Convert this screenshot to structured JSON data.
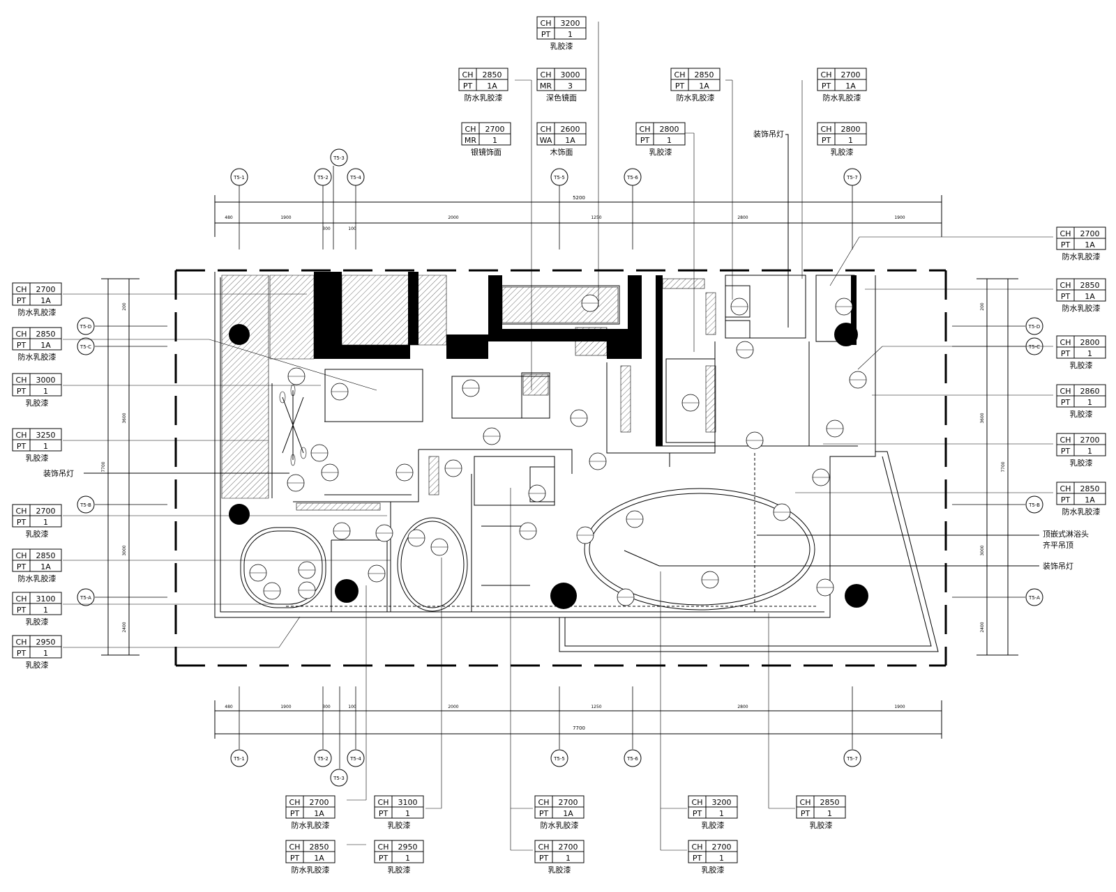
{
  "callouts": [
    {
      "id": "c01",
      "r1": [
        "CH",
        "3200"
      ],
      "r2": [
        "PT",
        "1"
      ],
      "note": "乳胶漆"
    },
    {
      "id": "c02",
      "r1": [
        "CH",
        "2850"
      ],
      "r2": [
        "PT",
        "1A"
      ],
      "note": "防水乳胶漆"
    },
    {
      "id": "c03",
      "r1": [
        "CH",
        "3000"
      ],
      "r2": [
        "MR",
        "3"
      ],
      "note": "深色镜面"
    },
    {
      "id": "c04",
      "r1": [
        "CH",
        "2850"
      ],
      "r2": [
        "PT",
        "1A"
      ],
      "note": "防水乳胶漆"
    },
    {
      "id": "c05",
      "r1": [
        "CH",
        "2700"
      ],
      "r2": [
        "PT",
        "1A"
      ],
      "note": "防水乳胶漆"
    },
    {
      "id": "c06",
      "r1": [
        "CH",
        "2700"
      ],
      "r2": [
        "MR",
        "1"
      ],
      "note": "银镜饰面"
    },
    {
      "id": "c07",
      "r1": [
        "CH",
        "2600"
      ],
      "r2": [
        "WA",
        "1A"
      ],
      "note": "木饰面"
    },
    {
      "id": "c08",
      "r1": [
        "CH",
        "2800"
      ],
      "r2": [
        "PT",
        "1"
      ],
      "note": "乳胶漆"
    },
    {
      "id": "c09",
      "r1": [
        "CH",
        "2800"
      ],
      "r2": [
        "PT",
        "1"
      ],
      "note": "乳胶漆"
    },
    {
      "id": "c10",
      "r1": [
        "CH",
        "2700"
      ],
      "r2": [
        "PT",
        "1A"
      ],
      "note": "防水乳胶漆"
    },
    {
      "id": "c11",
      "r1": [
        "CH",
        "2850"
      ],
      "r2": [
        "PT",
        "1A"
      ],
      "note": "防水乳胶漆"
    },
    {
      "id": "c12",
      "r1": [
        "CH",
        "2800"
      ],
      "r2": [
        "PT",
        "1"
      ],
      "note": "乳胶漆"
    },
    {
      "id": "c13",
      "r1": [
        "CH",
        "2860"
      ],
      "r2": [
        "PT",
        "1"
      ],
      "note": "乳胶漆"
    },
    {
      "id": "c14",
      "r1": [
        "CH",
        "2700"
      ],
      "r2": [
        "PT",
        "1"
      ],
      "note": "乳胶漆"
    },
    {
      "id": "c15",
      "r1": [
        "CH",
        "2850"
      ],
      "r2": [
        "PT",
        "1A"
      ],
      "note": "防水乳胶漆"
    },
    {
      "id": "c16",
      "r1": [
        "CH",
        "2700"
      ],
      "r2": [
        "PT",
        "1A"
      ],
      "note": "防水乳胶漆"
    },
    {
      "id": "c17",
      "r1": [
        "CH",
        "2850"
      ],
      "r2": [
        "PT",
        "1A"
      ],
      "note": "防水乳胶漆"
    },
    {
      "id": "c18",
      "r1": [
        "CH",
        "3000"
      ],
      "r2": [
        "PT",
        "1"
      ],
      "note": "乳胶漆"
    },
    {
      "id": "c19",
      "r1": [
        "CH",
        "3250"
      ],
      "r2": [
        "PT",
        "1"
      ],
      "note": "乳胶漆"
    },
    {
      "id": "c20",
      "r1": [
        "CH",
        "2700"
      ],
      "r2": [
        "PT",
        "1"
      ],
      "note": "乳胶漆"
    },
    {
      "id": "c21",
      "r1": [
        "CH",
        "2850"
      ],
      "r2": [
        "PT",
        "1A"
      ],
      "note": "防水乳胶漆"
    },
    {
      "id": "c22",
      "r1": [
        "CH",
        "3100"
      ],
      "r2": [
        "PT",
        "1"
      ],
      "note": "乳胶漆"
    },
    {
      "id": "c23",
      "r1": [
        "CH",
        "2950"
      ],
      "r2": [
        "PT",
        "1"
      ],
      "note": "乳胶漆"
    },
    {
      "id": "c24",
      "r1": [
        "CH",
        "2700"
      ],
      "r2": [
        "PT",
        "1A"
      ],
      "note": "防水乳胶漆"
    },
    {
      "id": "c25",
      "r1": [
        "CH",
        "2850"
      ],
      "r2": [
        "PT",
        "1A"
      ],
      "note": "防水乳胶漆"
    },
    {
      "id": "c26",
      "r1": [
        "CH",
        "3100"
      ],
      "r2": [
        "PT",
        "1"
      ],
      "note": "乳胶漆"
    },
    {
      "id": "c27",
      "r1": [
        "CH",
        "2950"
      ],
      "r2": [
        "PT",
        "1"
      ],
      "note": "乳胶漆"
    },
    {
      "id": "c28",
      "r1": [
        "CH",
        "2700"
      ],
      "r2": [
        "PT",
        "1A"
      ],
      "note": "防水乳胶漆"
    },
    {
      "id": "c29",
      "r1": [
        "CH",
        "2700"
      ],
      "r2": [
        "PT",
        "1"
      ],
      "note": "乳胶漆"
    },
    {
      "id": "c30",
      "r1": [
        "CH",
        "3200"
      ],
      "r2": [
        "PT",
        "1"
      ],
      "note": "乳胶漆"
    },
    {
      "id": "c31",
      "r1": [
        "CH",
        "2700"
      ],
      "r2": [
        "PT",
        "1"
      ],
      "note": "乳胶漆"
    },
    {
      "id": "c32",
      "r1": [
        "CH",
        "2850"
      ],
      "r2": [
        "PT",
        "1"
      ],
      "note": "乳胶漆"
    }
  ],
  "axes": {
    "v1": "T5-1",
    "v2": "T5-2",
    "v3": "T5-3",
    "v4": "T5-4",
    "v5": "T5-5",
    "v6": "T5-6",
    "v7": "T5-7",
    "hD": "T5-D",
    "hC": "T5-C",
    "hB": "T5-B",
    "hA": "T5-A"
  },
  "notes": {
    "decor_lamp": "装饰吊灯",
    "shower_note_1": "顶嵌式淋浴头",
    "shower_note_2": "齐平吊顶"
  },
  "dims": {
    "top_total": "5200",
    "bottom_total": "7700",
    "left_total": "7700",
    "right_total": "7700",
    "seg_480": "480",
    "seg_1900": "1900",
    "seg_300": "300",
    "seg_100": "100",
    "seg_2000": "2000",
    "seg_1250": "1250",
    "seg_2800": "2800",
    "seg_1900b": "1900",
    "seg_200": "200",
    "seg_3600": "3600",
    "seg_3000": "3000",
    "seg_2400": "2400"
  }
}
